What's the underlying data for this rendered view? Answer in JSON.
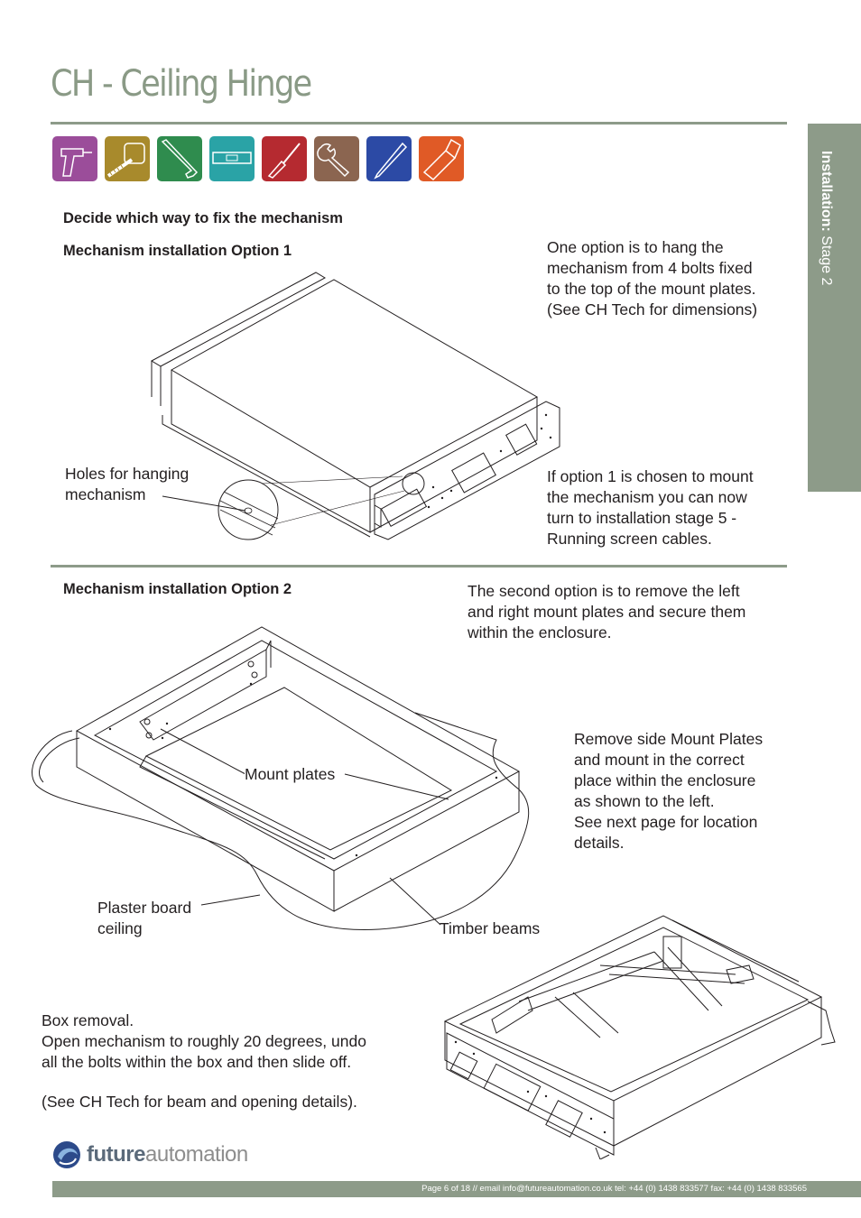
{
  "page_title": "CH - Ceiling Hinge",
  "side_tab": {
    "bold": "Installation:",
    "rest": " Stage 2"
  },
  "tools": [
    {
      "icon": "drill-icon",
      "color": "#9b4d9a"
    },
    {
      "icon": "tape-measure-icon",
      "color": "#a88a2c"
    },
    {
      "icon": "allen-key-icon",
      "color": "#2f8c4e"
    },
    {
      "icon": "spirit-level-icon",
      "color": "#2aa3a6"
    },
    {
      "icon": "screwdriver-icon",
      "color": "#b52a30"
    },
    {
      "icon": "spanner-icon",
      "color": "#8b6550"
    },
    {
      "icon": "pencil-icon",
      "color": "#2c4aa5"
    },
    {
      "icon": "saw-icon",
      "color": "#e05a26"
    }
  ],
  "section_heading": "Decide which way to fix the mechanism",
  "option1": {
    "heading": "Mechanism installation Option 1",
    "desc": [
      "One option is to hang the",
      "mechanism from 4 bolts fixed",
      "to the top of the mount plates.",
      "(See CH Tech for dimensions)"
    ],
    "note": [
      "If option 1 is chosen to mount",
      "the mechanism you can now",
      "turn to installation stage 5 -",
      "Running screen cables."
    ],
    "callout_holes": [
      "Holes for hanging",
      "mechanism"
    ]
  },
  "option2": {
    "heading": "Mechanism installation Option 2",
    "desc": [
      "The second option is to remove the left",
      "and right mount plates and secure them",
      "within the enclosure."
    ],
    "remove_text": [
      "Remove side Mount Plates",
      "and mount in the correct",
      "place within the enclosure",
      "as shown to the left.",
      "See next page for location",
      "details."
    ],
    "callout_mount_plates": "Mount plates",
    "callout_plaster": [
      "Plaster board",
      "ceiling"
    ],
    "callout_timber": "Timber beams"
  },
  "box_removal": {
    "lines": [
      "Box removal.",
      "Open mechanism to roughly 20 degrees, undo",
      "all the bolts within the box and then slide off."
    ],
    "see": "(See CH Tech for beam and opening details)."
  },
  "logo": {
    "part1": "future",
    "part2": "automation"
  },
  "footer": "Page 6 of 18 // email info@futureautomation.co.uk  tel: +44 (0) 1438 833577  fax: +44 (0) 1438 833565"
}
